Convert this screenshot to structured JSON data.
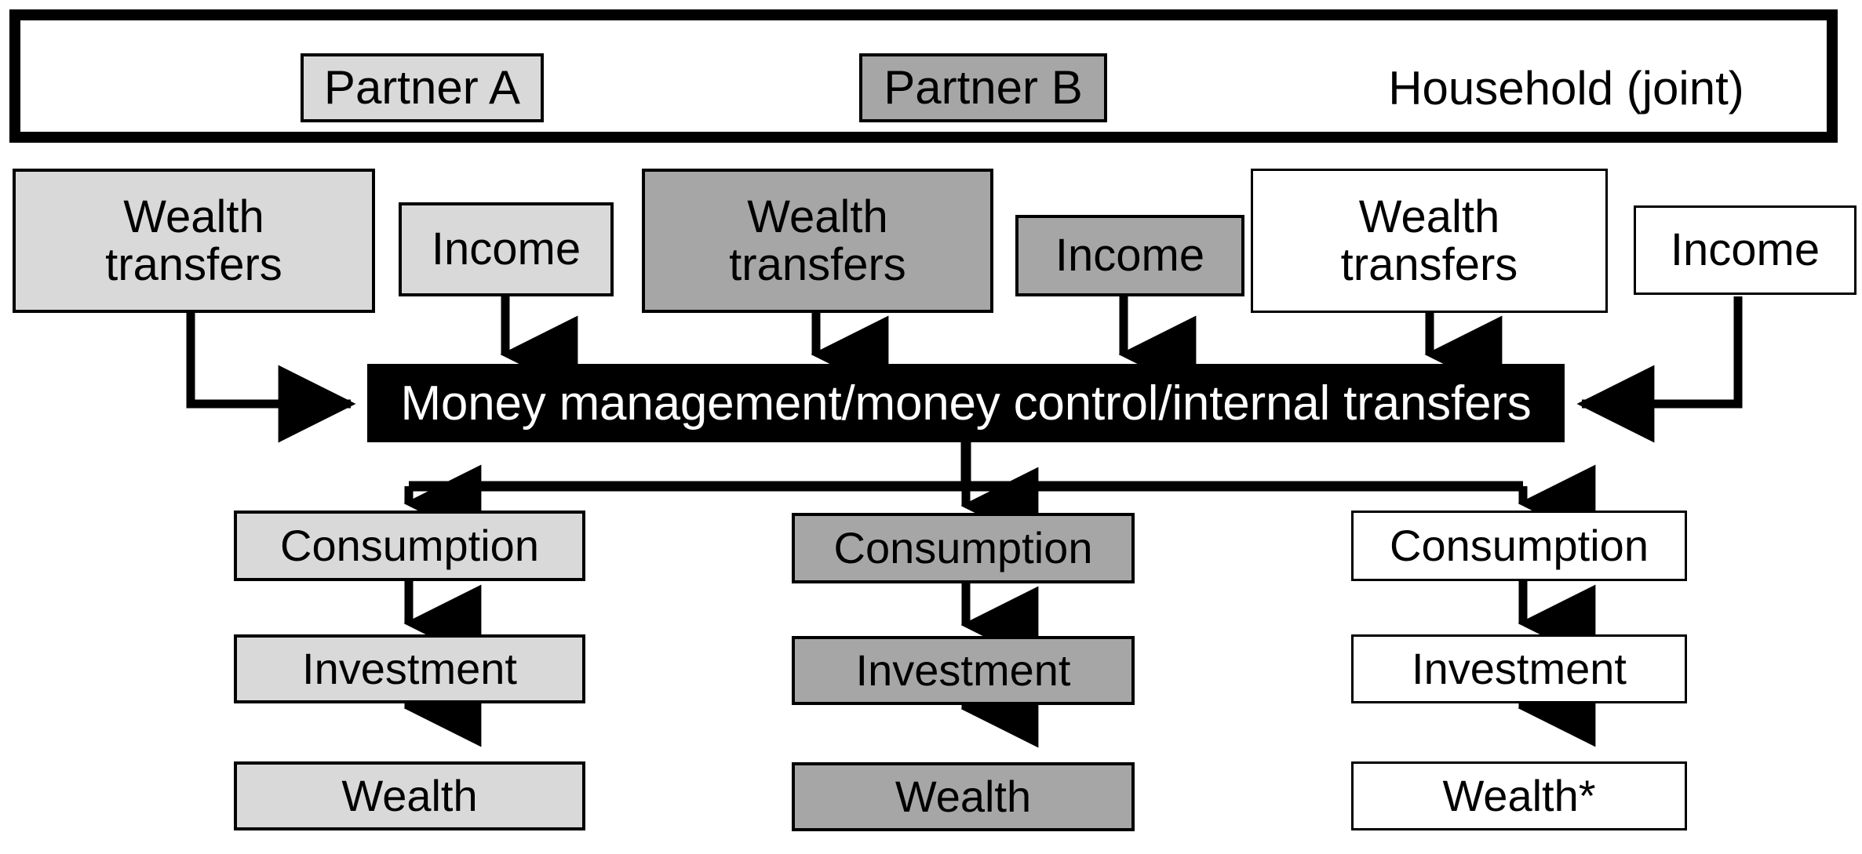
{
  "legend": {
    "items": [
      {
        "label": "Partner A",
        "fill": "#d9d9d9",
        "boxed": true
      },
      {
        "label": "Partner B",
        "fill": "#a6a6a6",
        "boxed": true
      },
      {
        "label": "Household (joint)",
        "fill": "none",
        "boxed": false
      }
    ]
  },
  "sources": {
    "partner_a_wealth_transfers": "Wealth\ntransfers",
    "partner_a_wealth_transfers_l1": "Wealth",
    "partner_a_wealth_transfers_l2": "transfers",
    "partner_a_income": "Income",
    "partner_b_wealth_transfers_l1": "Wealth",
    "partner_b_wealth_transfers_l2": "transfers",
    "partner_b_income": "Income",
    "household_wealth_transfers_l1": "Wealth",
    "household_wealth_transfers_l2": "transfers",
    "household_income": "Income"
  },
  "hub": {
    "label": "Money management/money control/internal transfers",
    "fill": "#000000",
    "text_color": "#ffffff"
  },
  "outcomes": {
    "partner_a": {
      "consumption": "Consumption",
      "investment": "Investment",
      "wealth": "Wealth"
    },
    "partner_b": {
      "consumption": "Consumption",
      "investment": "Investment",
      "wealth": "Wealth"
    },
    "household": {
      "consumption": "Consumption",
      "investment": "Investment",
      "wealth": "Wealth*"
    }
  },
  "colors": {
    "partner_a": "#d9d9d9",
    "partner_b": "#a6a6a6",
    "household": "#ffffff",
    "hub": "#000000",
    "stroke": "#000000"
  }
}
